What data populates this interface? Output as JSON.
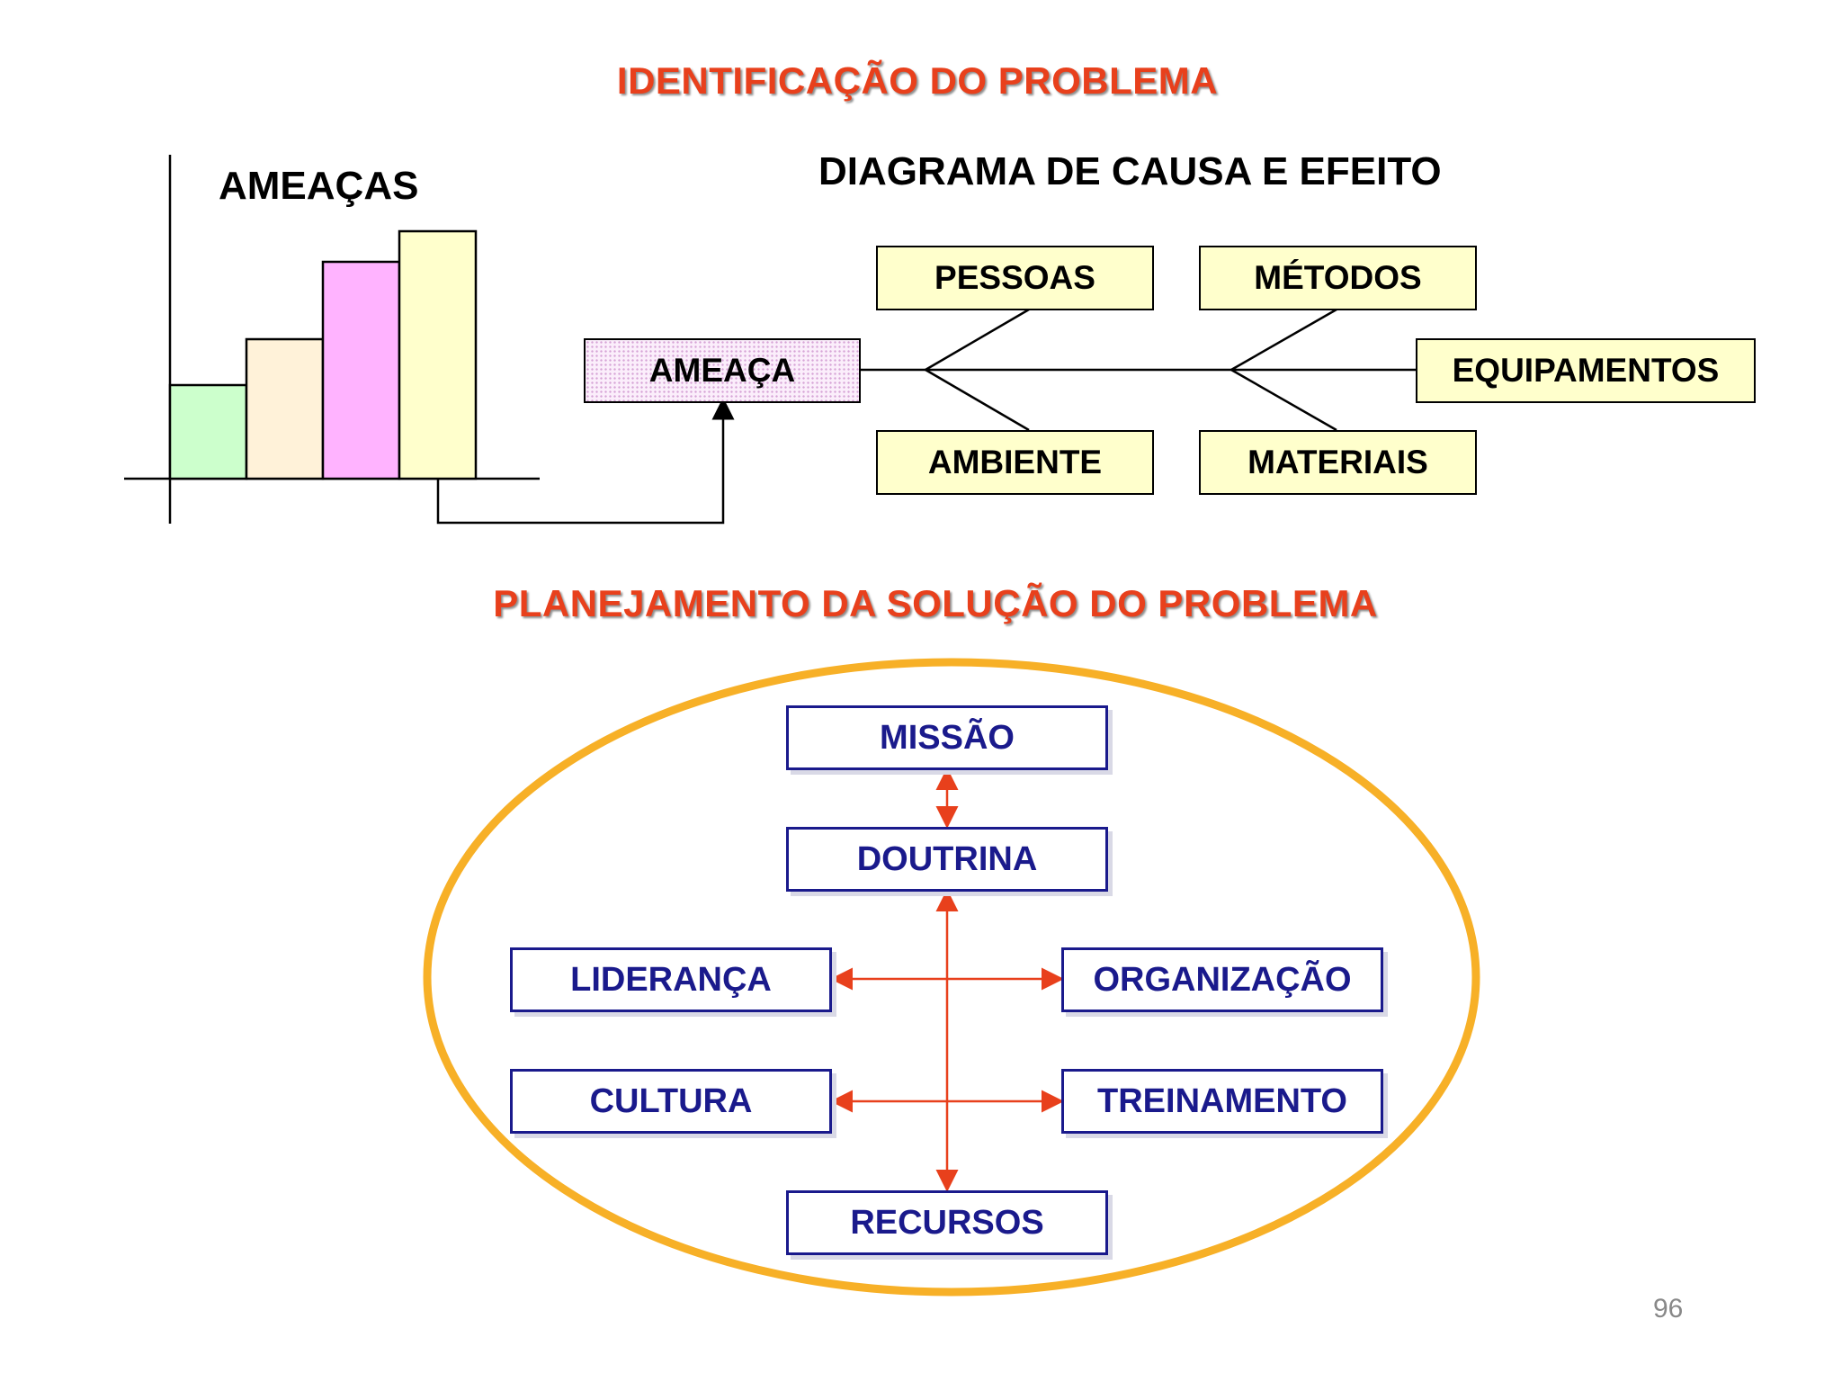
{
  "titles": {
    "identification": "IDENTIFICAÇÃO DO PROBLEMA",
    "threats": "AMEAÇAS",
    "fishbone": "DIAGRAMA DE CAUSA E EFEITO",
    "planning": "PLANEJAMENTO DA SOLUÇÃO DO PROBLEMA"
  },
  "threat_chart": {
    "bars": [
      {
        "color": "#ccffcc"
      },
      {
        "color": "#fff2d9"
      },
      {
        "color": "#ffb3ff"
      },
      {
        "color": "#ffffcc"
      }
    ]
  },
  "fishbone": {
    "effect": "AMEAÇA",
    "causes": {
      "pessoas": "PESSOAS",
      "metodos": "MÉTODOS",
      "equipamentos": "EQUIPAMENTOS",
      "ambiente": "AMBIENTE",
      "materiais": "MATERIAIS"
    }
  },
  "planning": {
    "missao": "MISSÃO",
    "doutrina": "DOUTRINA",
    "lideranca": "LIDERANÇA",
    "organizacao": "ORGANIZAÇÃO",
    "cultura": "CULTURA",
    "treinamento": "TREINAMENTO",
    "recursos": "RECURSOS"
  },
  "colors": {
    "heading": "#e8401c",
    "ellipse": "#f7b027",
    "arrows": "#e8401c",
    "box_border_blue": "#1a1a8c"
  },
  "page_number": "96"
}
